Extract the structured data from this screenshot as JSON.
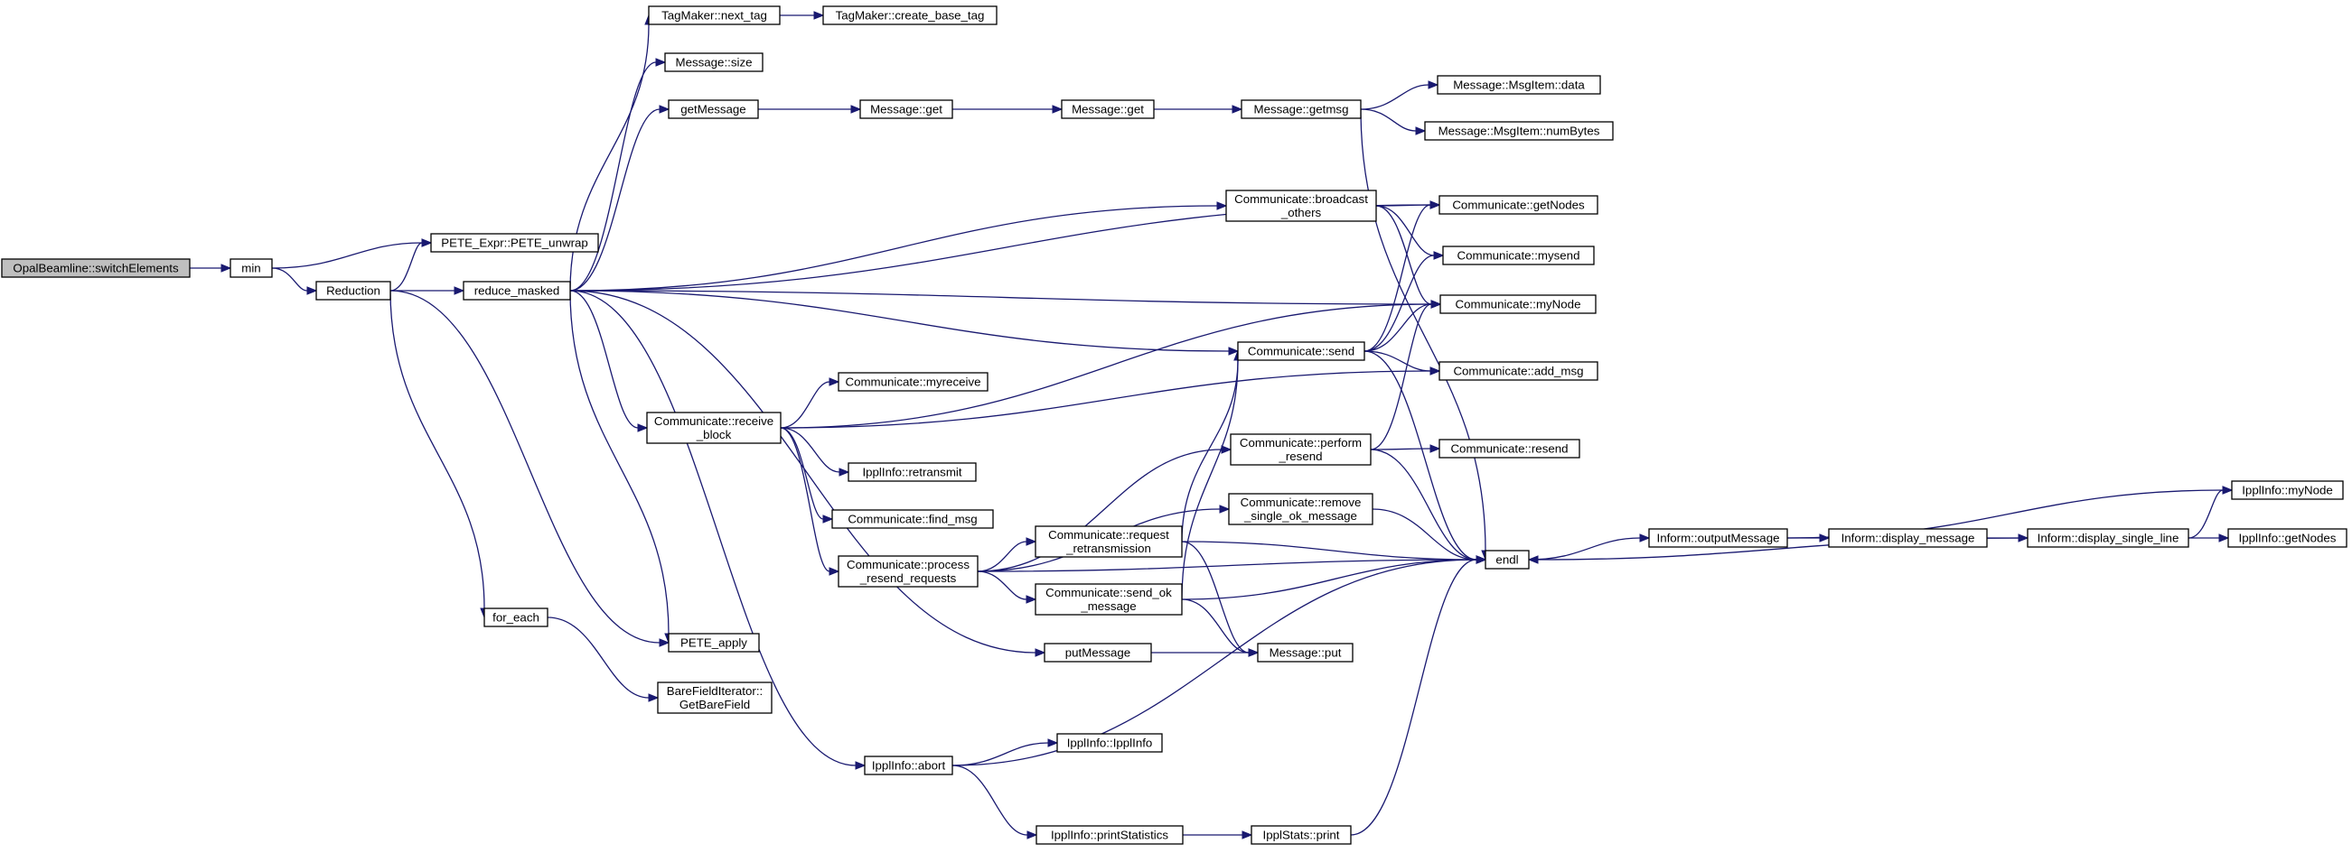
{
  "colors": {
    "edge": "#191970",
    "node_fill": "#ffffff",
    "root_fill": "#bfbfbf",
    "node_stroke": "#000000"
  },
  "nodes": [
    {
      "id": "switchElements",
      "lines": [
        "OpalBeamline::switchElements"
      ],
      "root": true
    },
    {
      "id": "min",
      "lines": [
        "min"
      ]
    },
    {
      "id": "Reduction",
      "lines": [
        "Reduction"
      ]
    },
    {
      "id": "PETE_unwrap",
      "lines": [
        "PETE_Expr::PETE_unwrap"
      ]
    },
    {
      "id": "reduce_masked",
      "lines": [
        "reduce_masked"
      ]
    },
    {
      "id": "for_each",
      "lines": [
        "for_each"
      ]
    },
    {
      "id": "PETE_apply",
      "lines": [
        "PETE_apply"
      ]
    },
    {
      "id": "GetBareField",
      "lines": [
        "BareFieldIterator::",
        "GetBareField"
      ]
    },
    {
      "id": "next_tag",
      "lines": [
        "TagMaker::next_tag"
      ]
    },
    {
      "id": "create_base_tag",
      "lines": [
        "TagMaker::create_base_tag"
      ]
    },
    {
      "id": "msg_size",
      "lines": [
        "Message::size"
      ]
    },
    {
      "id": "getMessage",
      "lines": [
        "getMessage"
      ]
    },
    {
      "id": "msg_get1",
      "lines": [
        "Message::get"
      ]
    },
    {
      "id": "msg_get2",
      "lines": [
        "Message::get"
      ]
    },
    {
      "id": "getmsg",
      "lines": [
        "Message::getmsg"
      ]
    },
    {
      "id": "msgitem_data",
      "lines": [
        "Message::MsgItem::data"
      ]
    },
    {
      "id": "msgitem_numBytes",
      "lines": [
        "Message::MsgItem::numBytes"
      ]
    },
    {
      "id": "broadcast_others",
      "lines": [
        "Communicate::broadcast",
        "_others"
      ]
    },
    {
      "id": "getNodes",
      "lines": [
        "Communicate::getNodes"
      ]
    },
    {
      "id": "mysend",
      "lines": [
        "Communicate::mysend"
      ]
    },
    {
      "id": "comm_myNode",
      "lines": [
        "Communicate::myNode"
      ]
    },
    {
      "id": "comm_send",
      "lines": [
        "Communicate::send"
      ]
    },
    {
      "id": "add_msg",
      "lines": [
        "Communicate::add_msg"
      ]
    },
    {
      "id": "receive_block",
      "lines": [
        "Communicate::receive",
        "_block"
      ]
    },
    {
      "id": "myreceive",
      "lines": [
        "Communicate::myreceive"
      ]
    },
    {
      "id": "retransmit",
      "lines": [
        "IpplInfo::retransmit"
      ]
    },
    {
      "id": "find_msg",
      "lines": [
        "Communicate::find_msg"
      ]
    },
    {
      "id": "process_resend",
      "lines": [
        "Communicate::process",
        "_resend_requests"
      ]
    },
    {
      "id": "perform_resend",
      "lines": [
        "Communicate::perform",
        "_resend"
      ]
    },
    {
      "id": "comm_resend",
      "lines": [
        "Communicate::resend"
      ]
    },
    {
      "id": "remove_single_ok",
      "lines": [
        "Communicate::remove",
        "_single_ok_message"
      ]
    },
    {
      "id": "request_retrans",
      "lines": [
        "Communicate::request",
        "_retransmission"
      ]
    },
    {
      "id": "send_ok",
      "lines": [
        "Communicate::send_ok",
        "_message"
      ]
    },
    {
      "id": "putMessage",
      "lines": [
        "putMessage"
      ]
    },
    {
      "id": "msg_put",
      "lines": [
        "Message::put"
      ]
    },
    {
      "id": "endl",
      "lines": [
        "endl"
      ]
    },
    {
      "id": "outputMessage",
      "lines": [
        "Inform::outputMessage"
      ]
    },
    {
      "id": "display_message",
      "lines": [
        "Inform::display_message"
      ]
    },
    {
      "id": "display_single_line",
      "lines": [
        "Inform::display_single_line"
      ]
    },
    {
      "id": "ippl_myNode",
      "lines": [
        "IpplInfo::myNode"
      ]
    },
    {
      "id": "ippl_getNodes",
      "lines": [
        "IpplInfo::getNodes"
      ]
    },
    {
      "id": "ippl_abort",
      "lines": [
        "IpplInfo::abort"
      ]
    },
    {
      "id": "ippl_IpplInfo",
      "lines": [
        "IpplInfo::IpplInfo"
      ]
    },
    {
      "id": "printStatistics",
      "lines": [
        "IpplInfo::printStatistics"
      ]
    },
    {
      "id": "stats_print",
      "lines": [
        "IpplStats::print"
      ]
    }
  ],
  "edges": [
    [
      "switchElements",
      "min"
    ],
    [
      "min",
      "PETE_unwrap"
    ],
    [
      "min",
      "Reduction"
    ],
    [
      "Reduction",
      "PETE_unwrap"
    ],
    [
      "Reduction",
      "reduce_masked"
    ],
    [
      "Reduction",
      "for_each"
    ],
    [
      "Reduction",
      "PETE_apply"
    ],
    [
      "for_each",
      "GetBareField"
    ],
    [
      "reduce_masked",
      "next_tag"
    ],
    [
      "reduce_masked",
      "msg_size"
    ],
    [
      "reduce_masked",
      "getMessage"
    ],
    [
      "reduce_masked",
      "broadcast_others"
    ],
    [
      "reduce_masked",
      "getNodes"
    ],
    [
      "reduce_masked",
      "comm_myNode"
    ],
    [
      "reduce_masked",
      "comm_send"
    ],
    [
      "reduce_masked",
      "receive_block"
    ],
    [
      "reduce_masked",
      "PETE_apply"
    ],
    [
      "reduce_masked",
      "putMessage"
    ],
    [
      "reduce_masked",
      "ippl_abort"
    ],
    [
      "next_tag",
      "create_base_tag"
    ],
    [
      "getMessage",
      "msg_get1"
    ],
    [
      "msg_get1",
      "msg_get2"
    ],
    [
      "msg_get2",
      "getmsg"
    ],
    [
      "getmsg",
      "msgitem_data"
    ],
    [
      "getmsg",
      "msgitem_numBytes"
    ],
    [
      "getmsg",
      "endl"
    ],
    [
      "broadcast_others",
      "getNodes"
    ],
    [
      "broadcast_others",
      "mysend"
    ],
    [
      "broadcast_others",
      "comm_myNode"
    ],
    [
      "comm_send",
      "getNodes"
    ],
    [
      "comm_send",
      "mysend"
    ],
    [
      "comm_send",
      "comm_myNode"
    ],
    [
      "comm_send",
      "add_msg"
    ],
    [
      "comm_send",
      "endl"
    ],
    [
      "receive_block",
      "comm_myNode"
    ],
    [
      "receive_block",
      "add_msg"
    ],
    [
      "receive_block",
      "myreceive"
    ],
    [
      "receive_block",
      "retransmit"
    ],
    [
      "receive_block",
      "find_msg"
    ],
    [
      "receive_block",
      "process_resend"
    ],
    [
      "process_resend",
      "perform_resend"
    ],
    [
      "process_resend",
      "remove_single_ok"
    ],
    [
      "process_resend",
      "request_retrans"
    ],
    [
      "process_resend",
      "send_ok"
    ],
    [
      "process_resend",
      "endl"
    ],
    [
      "perform_resend",
      "comm_myNode"
    ],
    [
      "perform_resend",
      "comm_resend"
    ],
    [
      "perform_resend",
      "endl"
    ],
    [
      "remove_single_ok",
      "endl"
    ],
    [
      "request_retrans",
      "comm_send"
    ],
    [
      "request_retrans",
      "msg_put"
    ],
    [
      "request_retrans",
      "endl"
    ],
    [
      "send_ok",
      "comm_send"
    ],
    [
      "send_ok",
      "msg_put"
    ],
    [
      "send_ok",
      "endl"
    ],
    [
      "putMessage",
      "msg_put"
    ],
    [
      "ippl_abort",
      "ippl_IpplInfo"
    ],
    [
      "ippl_abort",
      "printStatistics"
    ],
    [
      "ippl_abort",
      "endl"
    ],
    [
      "printStatistics",
      "stats_print"
    ],
    [
      "stats_print",
      "endl"
    ],
    [
      "endl",
      "outputMessage"
    ],
    [
      "outputMessage",
      "display_message"
    ],
    [
      "outputMessage",
      "ippl_myNode"
    ],
    [
      "display_message",
      "display_single_line"
    ],
    [
      "display_single_line",
      "ippl_myNode"
    ],
    [
      "display_single_line",
      "ippl_getNodes"
    ],
    [
      "display_single_line",
      "endl"
    ]
  ]
}
